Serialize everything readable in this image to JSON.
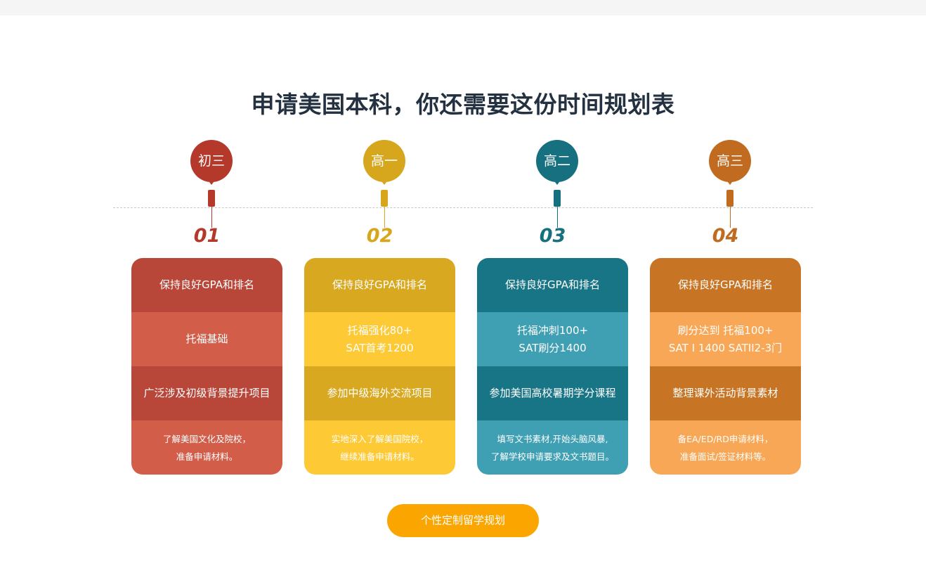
{
  "title": "申请美国本科，你还需要这份时间规划表",
  "cta_label": "个性定制留学规划",
  "colors": {
    "cta": "#fba600",
    "title": "#233140"
  },
  "stages": [
    {
      "pin_label": "初三",
      "number": "01",
      "colors": {
        "pin": "#b5392b",
        "number": "#b5392b",
        "row_dark": "#b8473a",
        "row_light": "#d25e4a"
      },
      "rows": [
        {
          "lines": [
            "保持良好GPA和排名"
          ]
        },
        {
          "lines": [
            "托福基础"
          ]
        },
        {
          "lines": [
            "广泛涉及初级背景提升项目"
          ]
        },
        {
          "lines": [
            "了解美国文化及院校，",
            "准备申请材料。"
          ]
        }
      ]
    },
    {
      "pin_label": "高一",
      "number": "02",
      "colors": {
        "pin": "#d6a61c",
        "number": "#d6a61c",
        "row_dark": "#d8a820",
        "row_light": "#fdc934"
      },
      "rows": [
        {
          "lines": [
            "保持良好GPA和排名"
          ]
        },
        {
          "lines": [
            "托福强化80+",
            "SAT首考1200"
          ]
        },
        {
          "lines": [
            "参加中级海外交流项目"
          ]
        },
        {
          "lines": [
            "实地深入了解美国院校，",
            "继续准备申请材料。"
          ]
        }
      ]
    },
    {
      "pin_label": "高二",
      "number": "03",
      "colors": {
        "pin": "#17707f",
        "number": "#17707f",
        "row_dark": "#187586",
        "row_light": "#3f9fb3"
      },
      "rows": [
        {
          "lines": [
            "保持良好GPA和排名"
          ]
        },
        {
          "lines": [
            "托福冲刺100+",
            "SAT刷分1400"
          ]
        },
        {
          "lines": [
            "参加美国高校暑期学分课程"
          ]
        },
        {
          "lines": [
            "填写文书素材,开始头脑风暴,",
            "了解学校申请要求及文书题目。"
          ]
        }
      ]
    },
    {
      "pin_label": "高三",
      "number": "04",
      "colors": {
        "pin": "#c06b1f",
        "number": "#c06b1f",
        "row_dark": "#c77425",
        "row_light": "#f8a756"
      },
      "rows": [
        {
          "lines": [
            "保持良好GPA和排名"
          ]
        },
        {
          "lines": [
            "刷分达到 托福100+",
            "SAT I 1400 SATII2-3门"
          ]
        },
        {
          "lines": [
            "整理课外活动背景素材"
          ]
        },
        {
          "lines": [
            "备EA/ED/RD申请材料，",
            "准备面试/签证材料等。"
          ]
        }
      ]
    }
  ]
}
